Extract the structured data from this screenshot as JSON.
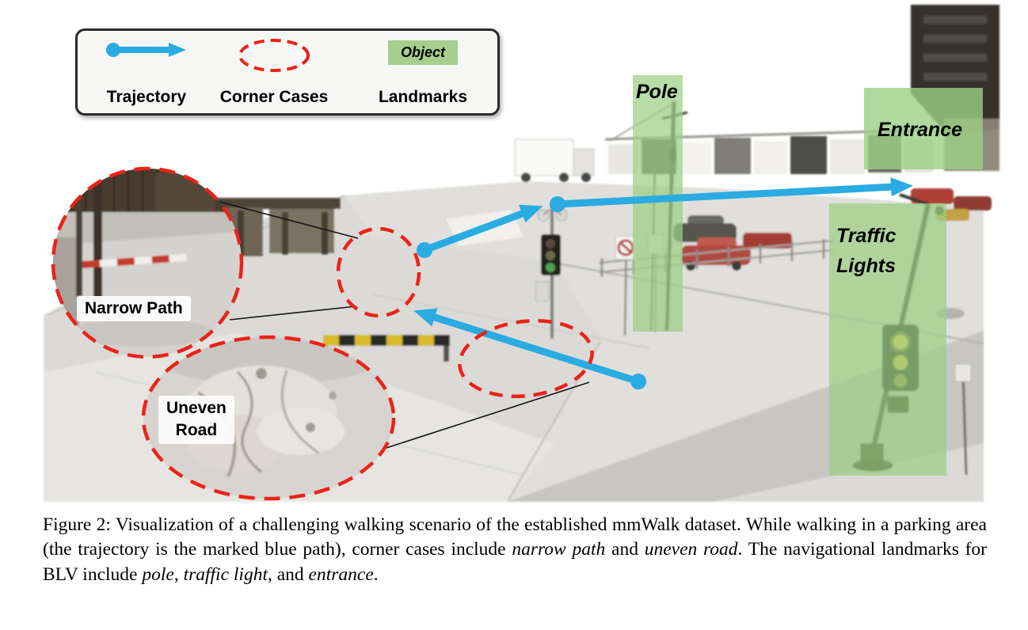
{
  "legend": {
    "trajectory_label": "Trajectory",
    "corner_cases_label": "Corner Cases",
    "landmarks_label": "Landmarks",
    "object_chip": "Object",
    "icons": {
      "trajectory": "dot-with-arrow",
      "corner_cases": "red-dashed-ellipse",
      "landmarks": "green-highlight-box"
    }
  },
  "scene": {
    "labels": {
      "pole": "Pole",
      "entrance": "Entrance",
      "traffic_lights": "Traffic\nLights",
      "narrow_path": "Narrow Path",
      "uneven_road": "Uneven\nRoad"
    }
  },
  "colors": {
    "trajectory_blue": "#2aabe2",
    "corner_case_red": "#ea2318",
    "landmark_green": "#9ccf84"
  },
  "caption": {
    "segments": [
      {
        "text": "Figure 2: "
      },
      {
        "text": "Visualization of a challenging walking scenario of the established mmWalk dataset. While walking in a parking area (the trajectory is the marked blue path), corner cases include "
      },
      {
        "text": "narrow path"
      },
      {
        "text": " and "
      },
      {
        "text": "uneven road"
      },
      {
        "text": ". The navigational landmarks for BLV include "
      },
      {
        "text": "pole"
      },
      {
        "text": ", "
      },
      {
        "text": "traffic light"
      },
      {
        "text": ", and "
      },
      {
        "text": "entrance"
      },
      {
        "text": "."
      }
    ]
  }
}
